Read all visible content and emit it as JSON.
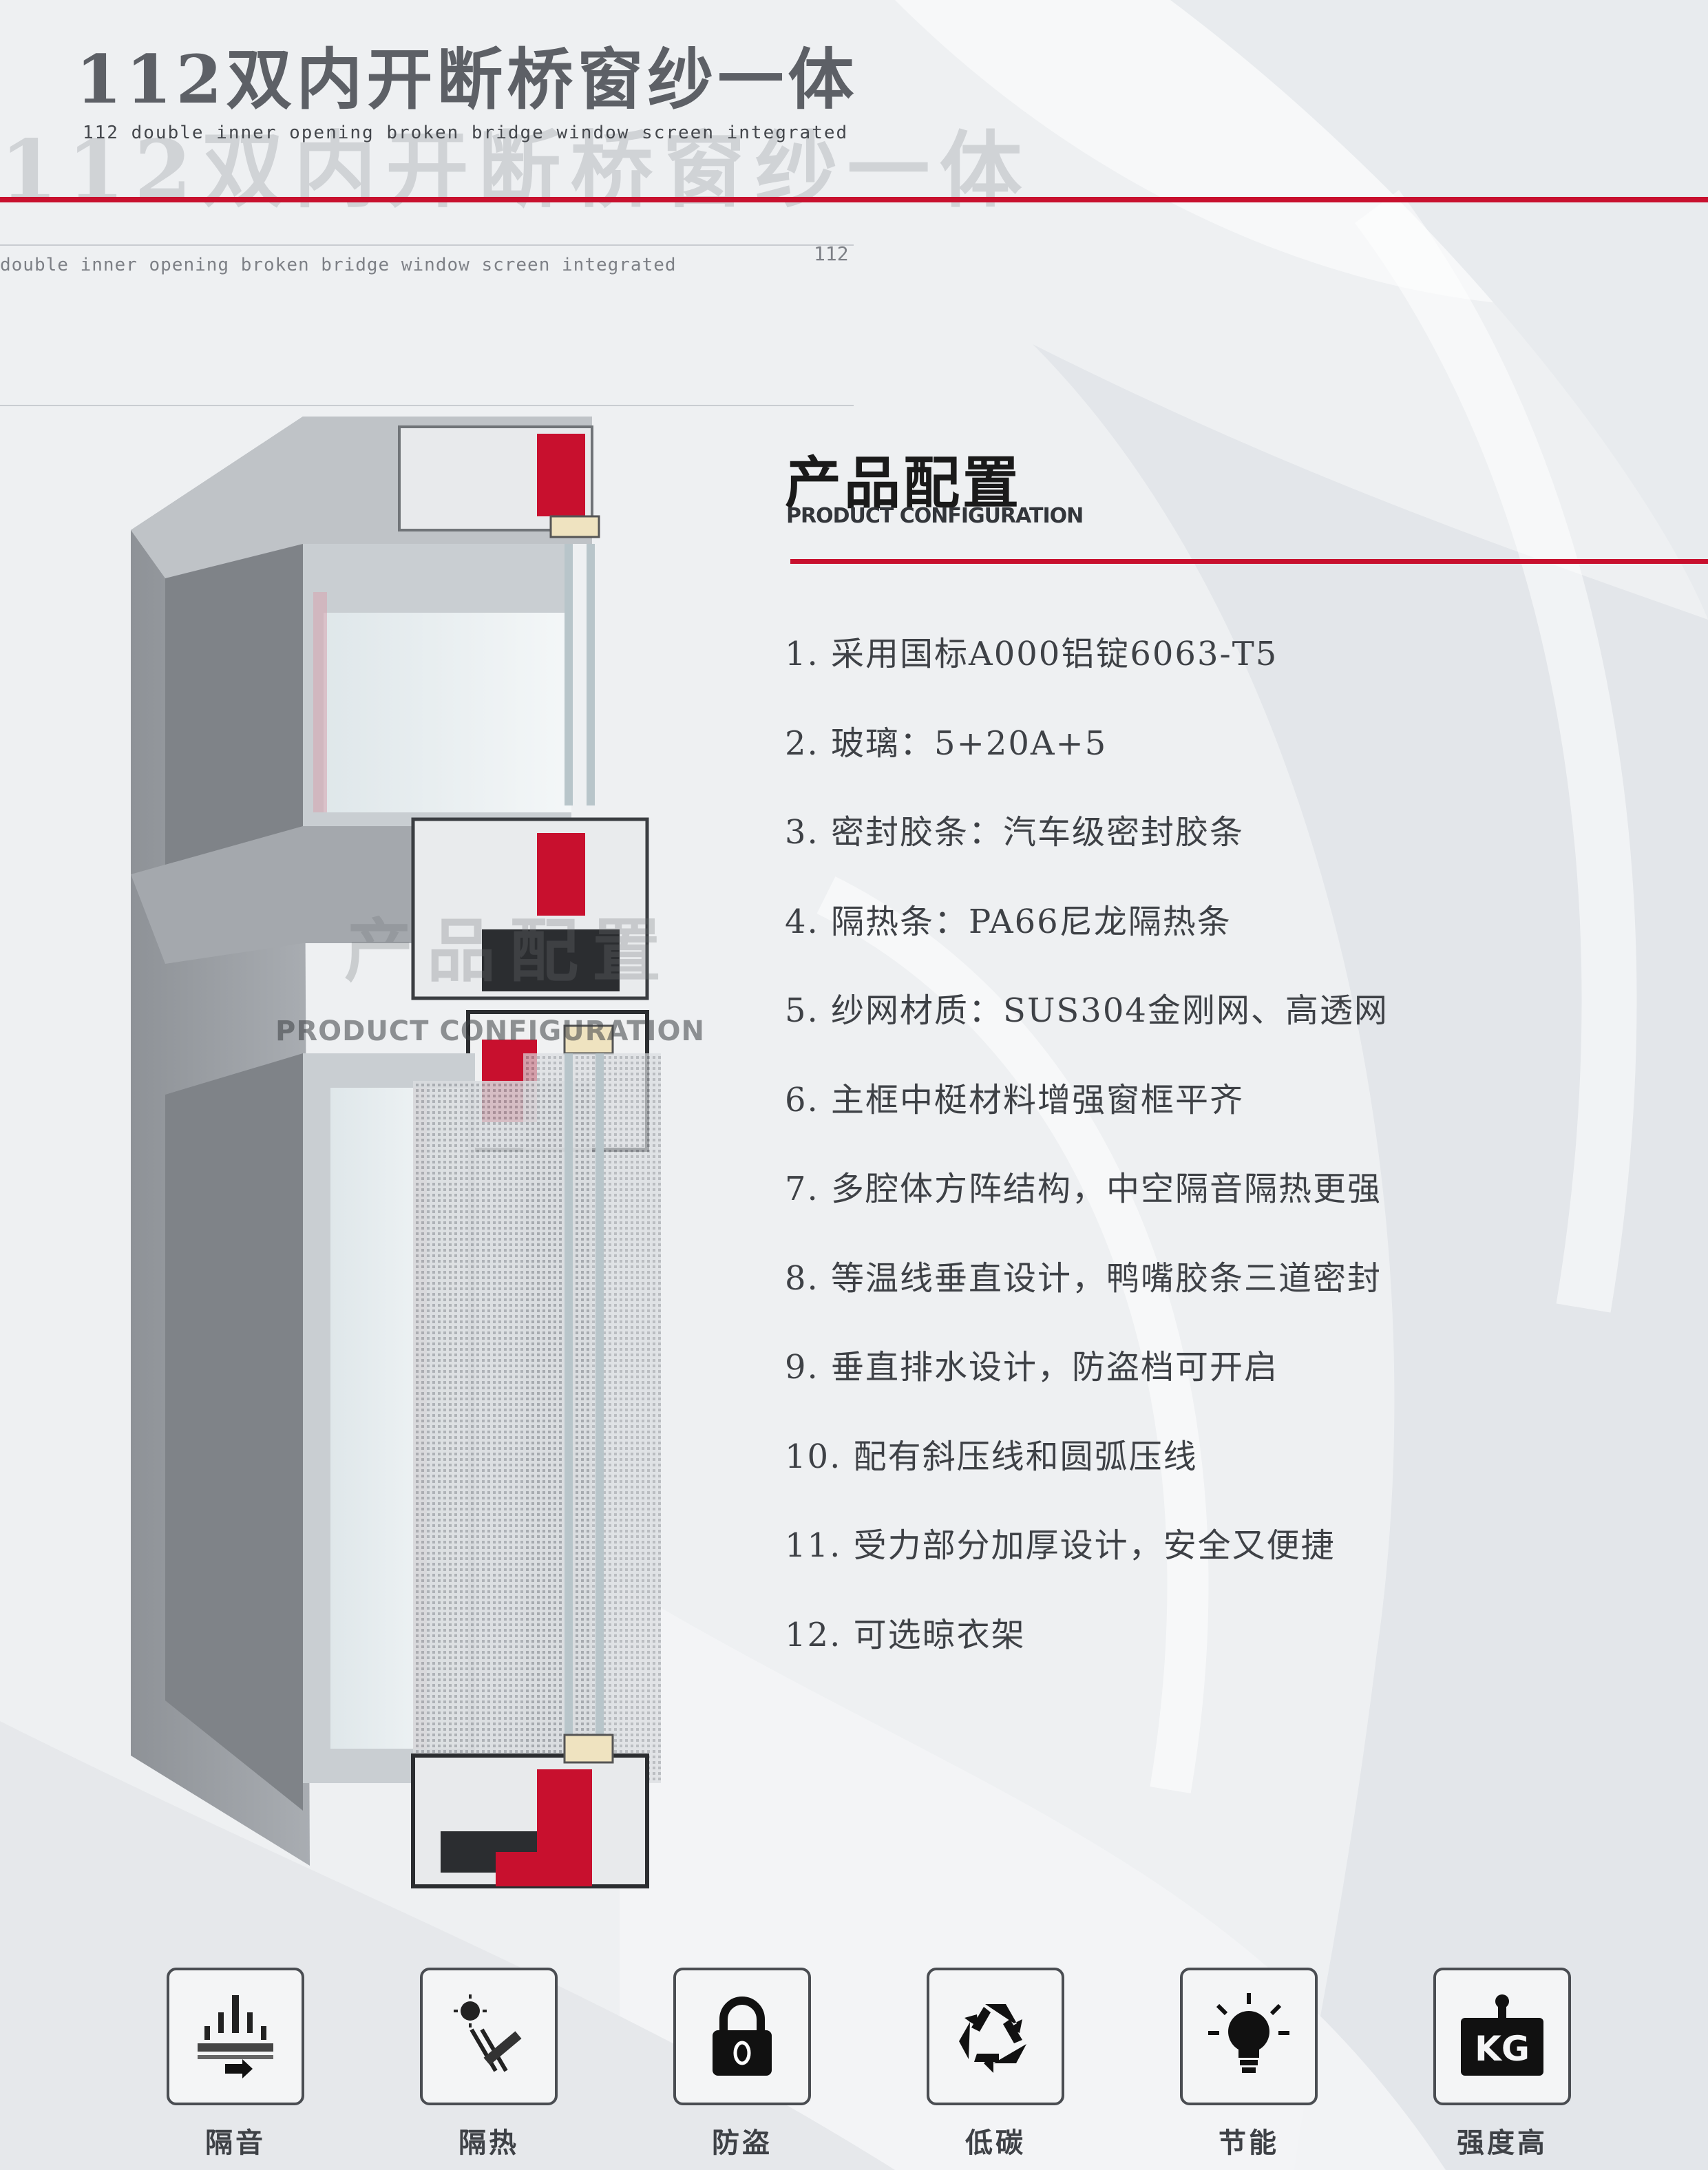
{
  "header": {
    "title": "112双内开断桥窗纱一体",
    "title_sub": "112 double inner opening broken bridge window screen integrated",
    "title_ghost": "112双内开断桥窗纱一体",
    "en_line": "double inner opening broken bridge window screen integrated",
    "en_num": "112"
  },
  "config": {
    "title": "产品配置",
    "subtitle": "PRODUCT CONFIGURATION",
    "ghost_title": "产品配置",
    "ghost_subtitle": "PRODUCT CONFIGURATION",
    "items": [
      "1. 采用国标A000铝锭6063-T5",
      "2. 玻璃：5+20A+5",
      "3. 密封胶条：汽车级密封胶条",
      "4. 隔热条：PA66尼龙隔热条",
      "5. 纱网材质：SUS304金刚网、高透网",
      "6. 主框中梃材料增强窗框平齐",
      "7. 多腔体方阵结构，中空隔音隔热更强",
      "8. 等温线垂直设计，鸭嘴胶条三道密封",
      "9. 垂直排水设计，防盗档可开启",
      "10. 配有斜压线和圆弧压线",
      "11. 受力部分加厚设计，安全又便捷",
      "12. 可选晾衣架"
    ]
  },
  "features": [
    {
      "label": "隔音",
      "icon": "sound-insulation-icon"
    },
    {
      "label": "隔热",
      "icon": "heat-insulation-icon"
    },
    {
      "label": "防盗",
      "icon": "padlock-icon"
    },
    {
      "label": "低碳",
      "icon": "recycle-icon"
    },
    {
      "label": "节能",
      "icon": "lightbulb-icon"
    },
    {
      "label": "强度高",
      "icon": "weight-kg-icon"
    }
  ],
  "colors": {
    "accent": "#c8102e",
    "frame": "#9a9ea4",
    "text": "#3e4146"
  }
}
